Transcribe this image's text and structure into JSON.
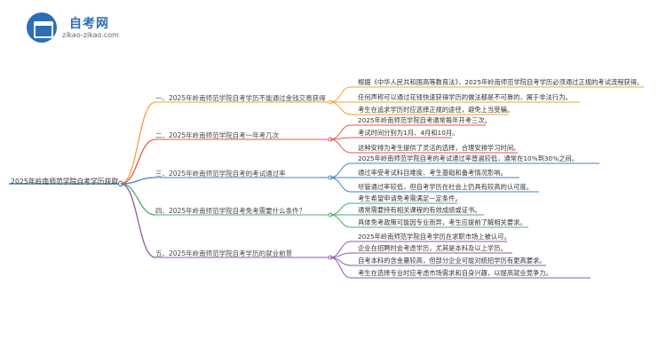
{
  "logo": {
    "title": "自考网",
    "subtitle": "zikao-zikao.com",
    "icon": "graduation-cap-icon"
  },
  "root": "2025年岭南师范学院自考学历获取",
  "branches": [
    {
      "label": "一、2025年岭南师范学院自考学历不能通过金钱交易获得",
      "color": "#f2a33a",
      "leaves": [
        "根据《中华人民共和国高等教育法》，2025年岭南师范学院自考学历必须通过正规的考试流程获得。",
        "任何声称可以通过花钱快速获得学历的做法都是不可靠的，属于非法行为。",
        "考生在追求学历时应选择正规的途径，避免上当受骗。"
      ]
    },
    {
      "label": "二、2025年岭南师范学院自考一年考几次",
      "color": "#e4584b",
      "leaves": [
        "2025年岭南师范学院自考通常每年开考三次。",
        "考试时间分别为1月、4月和10月。",
        "这种安排为考生提供了灵活的选择，合理安排学习时间。"
      ]
    },
    {
      "label": "三、2025年岭南师范学院自考的考试通过率",
      "color": "#3d84c6",
      "leaves": [
        "2025年岭南师范学院自考的考试通过率普遍较低，通常在10%到30%之间。",
        "通过率受考试科目难度、考生基础和备考情况影响。",
        "尽管通过率较低，但自考学历在社会上仍具有较高的认可度。"
      ]
    },
    {
      "label": "四、2025年岭南师范学院自考免考需要什么条件？",
      "color": "#4cae6c",
      "leaves": [
        "考生希望申请免考需满足一定条件。",
        "通常需要持有相关课程的有效成绩或证书。",
        "具体免考政策可能因专业而异，考生应提前了解相关要求。"
      ]
    },
    {
      "label": "五、2025年岭南师范学院自考学历的就业前景",
      "color": "#8f5aa8",
      "leaves": [
        "2025年岭南师范学院自考学历在求职市场上被认可。",
        "企业在招聘时会考虑学历，尤其是本科及以上学历。",
        "自考本科的含金量较高，但部分企业可能对统招学历有更高要求。",
        "考生在选择专业时应考虑市场需求和自身兴趣，以提高就业竞争力。"
      ]
    }
  ]
}
